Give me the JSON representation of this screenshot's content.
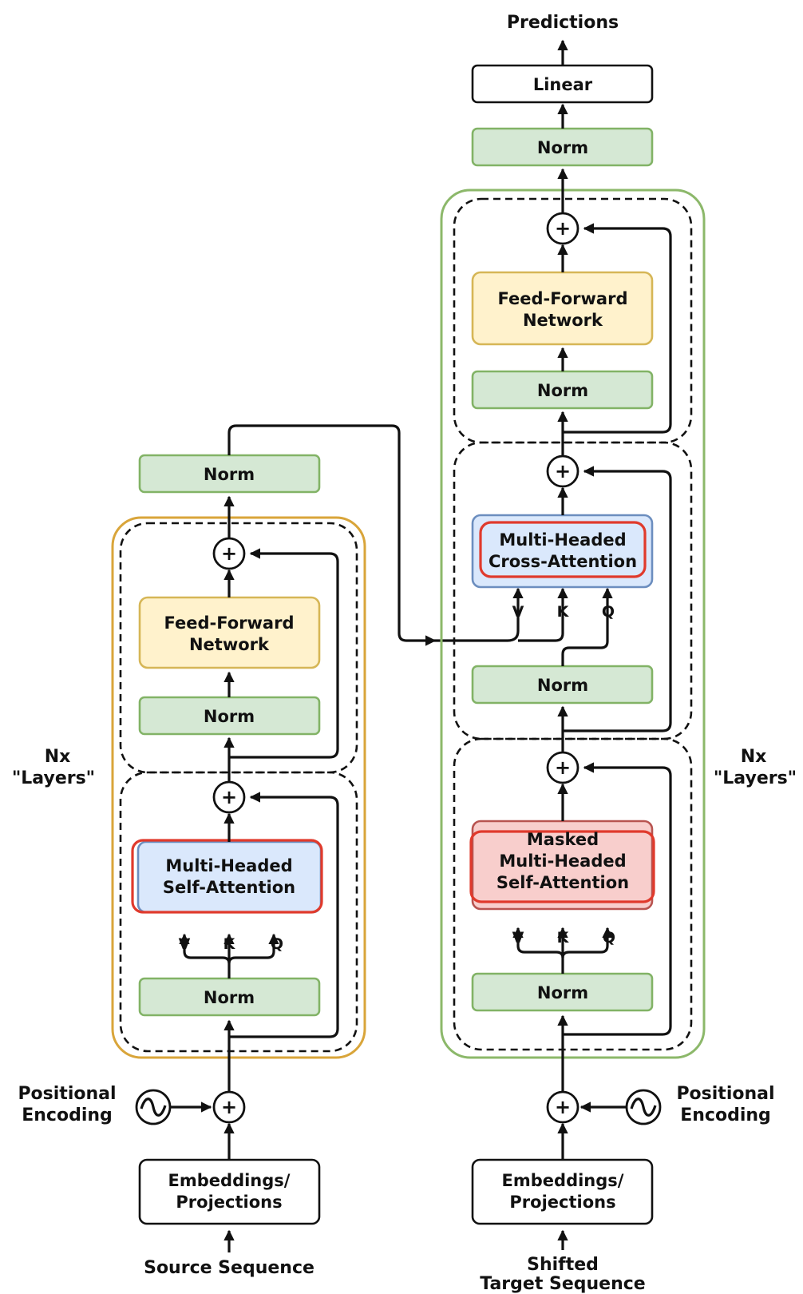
{
  "colors": {
    "norm_fill": "#d5e8d4",
    "norm_stroke": "#82b366",
    "ffn_fill": "#fff2cc",
    "ffn_stroke": "#d6b656",
    "attn_fill": "#dae8fc",
    "attn_stroke": "#6c8ebf",
    "masked_fill": "#f8cecc",
    "masked_stroke": "#b85450",
    "highlight": "#e03a2c",
    "encoder_outline": "#d9a53a",
    "decoder_outline": "#8cb86a",
    "line": "#111111"
  },
  "encoder": {
    "input_label": "Source Sequence",
    "embedding_line1": "Embeddings/",
    "embedding_line2": "Projections",
    "positional_line1": "Positional",
    "positional_line2": "Encoding",
    "add_symbol": "+",
    "layers_line1": "Nx",
    "layers_line2": "\"Layers\"",
    "attn_norm": "Norm",
    "attn_line1": "Multi-Headed",
    "attn_line2": "Self-Attention",
    "v": "V",
    "k": "K",
    "q": "Q",
    "ffn_norm": "Norm",
    "ffn_line1": "Feed-Forward",
    "ffn_line2": "Network",
    "final_norm": "Norm"
  },
  "decoder": {
    "input_line1": "Shifted",
    "input_line2": "Target Sequence",
    "embedding_line1": "Embeddings/",
    "embedding_line2": "Projections",
    "positional_line1": "Positional",
    "positional_line2": "Encoding",
    "add_symbol": "+",
    "layers_line1": "Nx",
    "layers_line2": "\"Layers\"",
    "masked_norm": "Norm",
    "masked_line1": "Masked",
    "masked_line2": "Multi-Headed",
    "masked_line3": "Self-Attention",
    "v": "V",
    "k": "K",
    "q": "Q",
    "cross_norm": "Norm",
    "cross_line1": "Multi-Headed",
    "cross_line2": "Cross-Attention",
    "ffn_norm": "Norm",
    "ffn_line1": "Feed-Forward",
    "ffn_line2": "Network",
    "final_norm": "Norm",
    "linear": "Linear",
    "output_label": "Predictions"
  }
}
